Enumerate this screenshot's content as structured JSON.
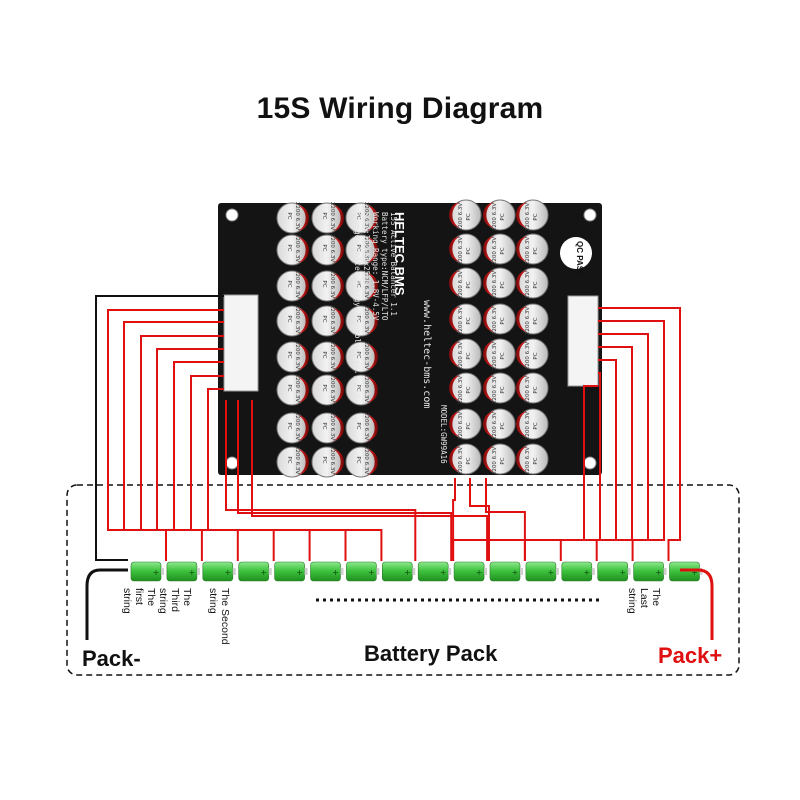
{
  "title": "15S Wiring Diagram",
  "board": {
    "brand": "HELTEC BMS",
    "lines": [
      "15S Active Balancer 1.1",
      "Battery type:NCM/LFP/LTO",
      "Working Range: 1.8V-4.5V",
      "Size:162x86x25mm",
      "Chengdu Heltec Energy Technology Co., Ltd"
    ],
    "website": "www.heltec-bms.com",
    "model": "MODEL:GW99A16",
    "qc": "QC PASS",
    "capacitor": [
      "2200",
      "6.3V",
      "PC"
    ]
  },
  "pack_minus": "Pack-",
  "pack_plus": "Pack+",
  "battery_pack": "Battery Pack",
  "string_labels": [
    {
      "text": "The first string"
    },
    {
      "text": "The Third string"
    },
    {
      "text": "The Second string"
    },
    {
      "text": "The Last string"
    }
  ],
  "colors": {
    "wire": "#e01010",
    "negative_wire": "#111111",
    "board": "#141414",
    "cell": "#3fc43f",
    "dashed_box": "#111111"
  }
}
